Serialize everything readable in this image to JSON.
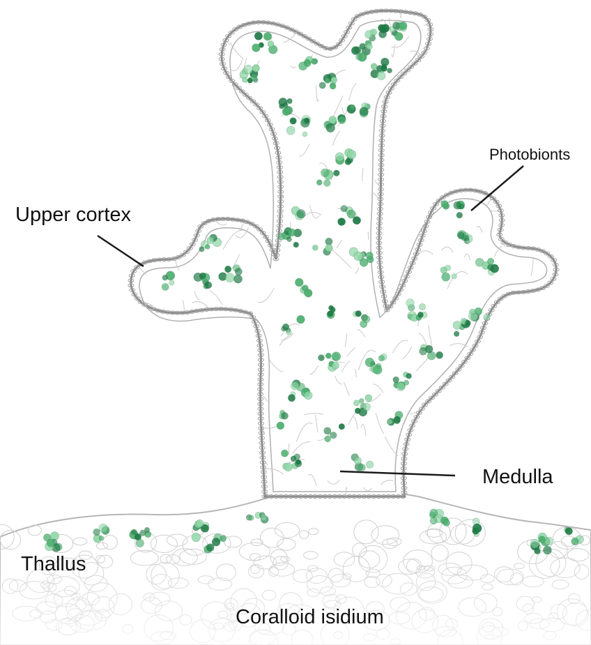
{
  "labels": {
    "upper_cortex": "Upper cortex",
    "photobionts": "Photobionts",
    "medulla": "Medulla",
    "thallus": "Thallus",
    "coralloid_isidium": "Coralloid isidium"
  },
  "colors": {
    "cortex_outline": "#9a9a9a",
    "medulla_lines": "#c9c9c9",
    "photobiont_light": "#8fd6a6",
    "photobiont_mid": "#4caf6f",
    "photobiont_dark": "#1e7a45",
    "leader_line": "#1a1a1a"
  }
}
